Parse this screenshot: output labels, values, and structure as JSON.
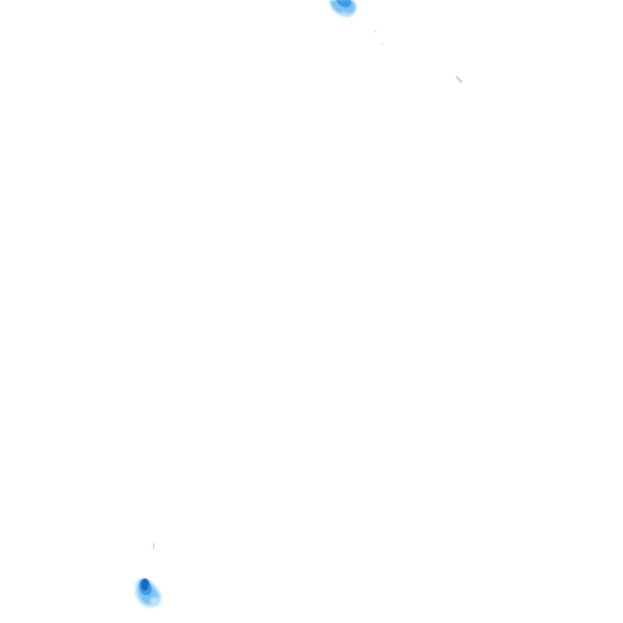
{
  "map": {
    "background_color": "#ffffff",
    "palette": {
      "light": "#bfe2fb",
      "mid": "#7cc3f2",
      "strong": "#3c9be4",
      "dark": "#1669c3"
    },
    "features": [
      {
        "name": "echo-top-north",
        "intensity": "strong"
      },
      {
        "name": "echo-speck-north-1",
        "intensity": "faint"
      },
      {
        "name": "echo-speck-north-2",
        "intensity": "faint"
      },
      {
        "name": "echo-streak-northeast",
        "intensity": "faint"
      },
      {
        "name": "echo-streak-southwest",
        "intensity": "faint"
      },
      {
        "name": "echo-cell-southwest",
        "intensity": "strong"
      }
    ]
  }
}
